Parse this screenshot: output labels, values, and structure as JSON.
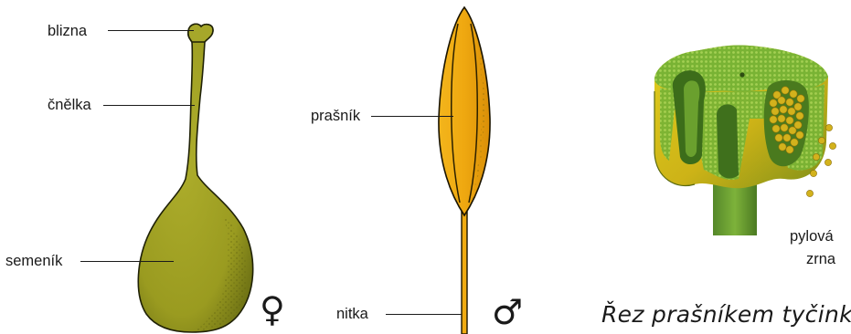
{
  "labels": {
    "blizna": "blizna",
    "cnelka": "čnělka",
    "semenik": "semeník",
    "prasnik": "prašník",
    "nitka": "nitka",
    "pylova_zrna_line1": "pylová",
    "pylova_zrna_line2": "zrna"
  },
  "symbols": {
    "female": "♀",
    "male": "♂"
  },
  "caption": "Řez prašníkem tyčinky",
  "colors": {
    "pistil": "#a2a324",
    "pistil_dark": "#5f6312",
    "anther": "#f0ab12",
    "anther_stripe": "#2b2000",
    "section_green": "#78b232",
    "section_yellow": "#d9c31b",
    "pollen": "#c8a516"
  }
}
